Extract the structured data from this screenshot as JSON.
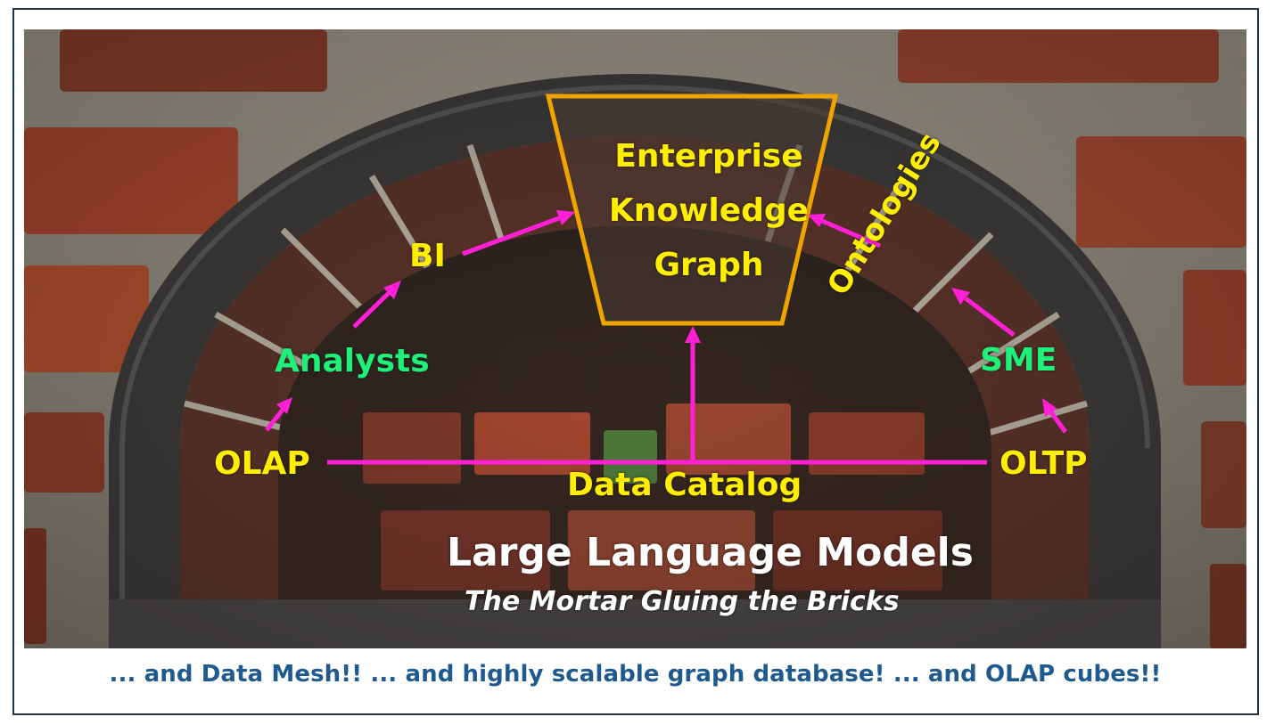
{
  "diagram": {
    "top_label_lines": [
      "Enterprise",
      "Knowledge",
      "Graph"
    ],
    "nodes": {
      "bi": "BI",
      "analysts": "Analysts",
      "olap": "OLAP",
      "ontologies": "Ontologies",
      "sme": "SME",
      "oltp": "OLTP",
      "data_catalog": "Data Catalog"
    },
    "heading": "Large Language Models",
    "subheading": "The Mortar Gluing the Bricks",
    "footer": "... and Data Mesh!! ... and highly scalable graph database! ... and OLAP cubes!!"
  },
  "colors": {
    "label_yellow": "#ffee00",
    "label_green": "#1ef07a",
    "arrow_magenta": "#ff1fd6",
    "keystone_outline": "#f0a400",
    "footer_blue": "#1e5a8e",
    "frame_border": "#1f3346"
  }
}
